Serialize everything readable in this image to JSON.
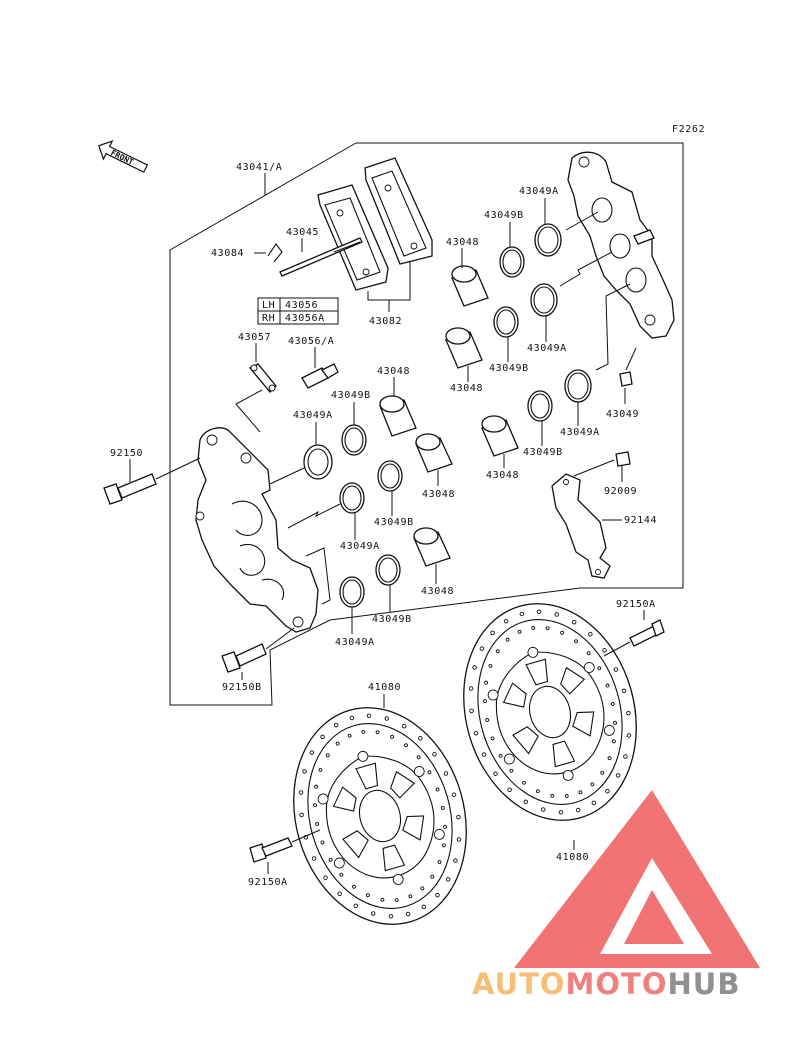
{
  "figure_code": "F2262",
  "front_label": "FRONT",
  "parts": {
    "caliper_assy": "43041/A",
    "pin_clip": "43084",
    "pad_pin": "43045",
    "pad_set": "43082",
    "piston_large": "43048",
    "seal_a": "43049A",
    "seal_b": "43049B",
    "bleeder_cap": "43049",
    "bracket_pad_spring": "43057",
    "bleeder_valve": "43056/A",
    "caliper_bolt": "92150",
    "caliper_bolt_b": "92150B",
    "disc_bolt": "92150A",
    "disc": "41080",
    "bolt_bracket": "92009",
    "hose_bracket": "92144"
  },
  "lr_table": [
    {
      "side": "LH",
      "part": "43056"
    },
    {
      "side": "RH",
      "part": "43056A"
    }
  ],
  "watermark": {
    "brand_part1": "AUTO",
    "brand_part2": "MOTO",
    "brand_part3": "HUB",
    "colors": {
      "orange": "#f5b461",
      "red": "#ee6b6b",
      "gray": "#7d7d7d",
      "triangle": "#ef5a5a"
    }
  }
}
